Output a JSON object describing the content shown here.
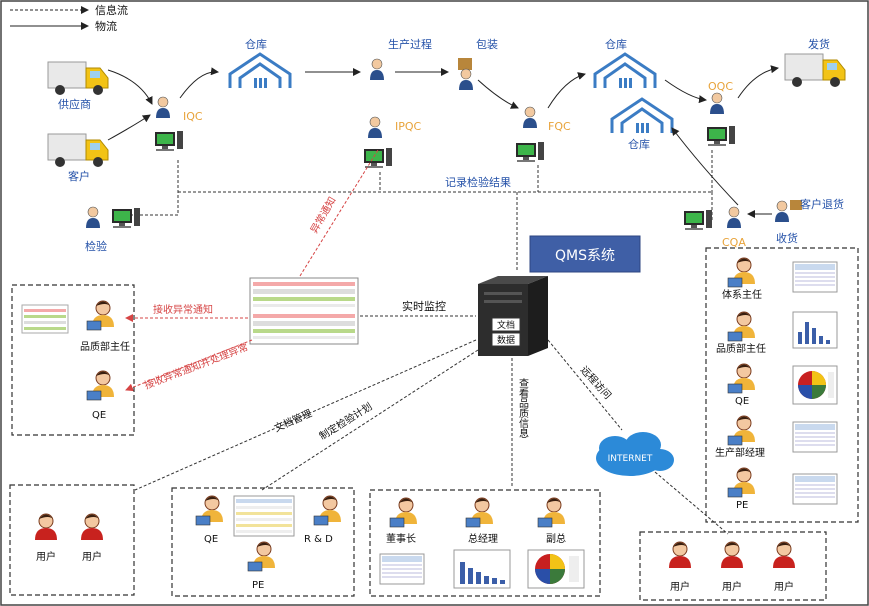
{
  "legend": {
    "info_flow": "信息流",
    "material_flow": "物流"
  },
  "nodes": {
    "supplier": "供应商",
    "customer": "客户",
    "iqc": "IQC",
    "warehouse1": "仓库",
    "production": "生产过程",
    "packaging": "包装",
    "warehouse2": "仓库",
    "shipping": "发货",
    "ipqc": "IPQC",
    "fqc": "FQC",
    "warehouse3": "仓库",
    "oqc": "OQC",
    "inspection": "检验",
    "record": "记录检验结果",
    "customer_return": "客户退货",
    "cqa": "CQA",
    "receive": "收货",
    "qms": "QMS系统",
    "server_docs": "文档",
    "server_data": "数据",
    "internet": "INTERNET"
  },
  "edges": {
    "exception_notice": "异常通知",
    "receive_exception": "接收异常通知",
    "receive_and_handle": "接收异常通知并处理异常",
    "realtime_monitor": "实时监控",
    "doc_management": "文档管理",
    "make_plan": "制定检验计划",
    "view_quality": "查看品质信息",
    "remote_access": "远程访问"
  },
  "left_box": {
    "manager": "品质部主任",
    "qe": "QE"
  },
  "right_box": [
    "体系主任",
    "品质部主任",
    "QE",
    "生产部经理",
    "PE"
  ],
  "users_box": [
    "用户",
    "用户"
  ],
  "eng_box": {
    "qe": "QE",
    "rd": "R & D",
    "pe": "PE"
  },
  "exec_box": [
    "董事长",
    "总经理",
    "副总"
  ],
  "remote_users": [
    "用户",
    "用户",
    "用户"
  ],
  "colors": {
    "qc_label": "#e8a33a",
    "red_link": "#d64545",
    "qms_box": "#3f5fa6"
  }
}
